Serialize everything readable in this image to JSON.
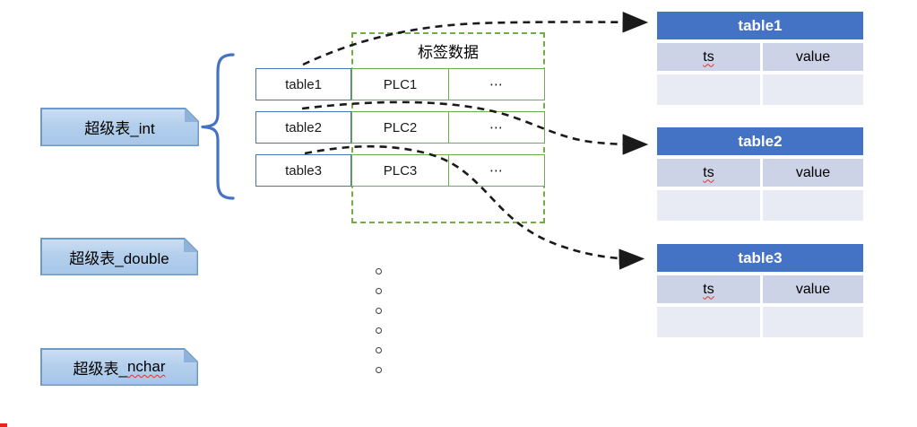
{
  "super_tables": [
    {
      "label": "超级表_int"
    },
    {
      "label": "超级表_double"
    },
    {
      "label": "超级表_nchar"
    }
  ],
  "tag_box": {
    "title": "标签数据",
    "rows": [
      {
        "table": "table1",
        "plc": "PLC1",
        "more": "⋯"
      },
      {
        "table": "table2",
        "plc": "PLC2",
        "more": "⋯"
      },
      {
        "table": "table3",
        "plc": "PLC3",
        "more": "⋯"
      }
    ]
  },
  "detail_tables": [
    {
      "title": "table1",
      "columns": {
        "ts": "ts",
        "value": "value"
      }
    },
    {
      "title": "table2",
      "columns": {
        "ts": "ts",
        "value": "value"
      }
    },
    {
      "title": "table3",
      "columns": {
        "ts": "ts",
        "value": "value"
      }
    }
  ],
  "colors": {
    "accent_blue": "#4472C4",
    "green": "#70AD47",
    "callout_fill": "#AECBEA",
    "callout_border": "#6F99C9",
    "table_header_bg": "#4472C4",
    "table_header_text": "#FFFFFF",
    "table_row_bg": "#CDD3E7",
    "table_empty_row_bg": "#E9EBF4",
    "arrow_color": "#1A1A1A",
    "spellcheck_red": "#E0312B"
  }
}
